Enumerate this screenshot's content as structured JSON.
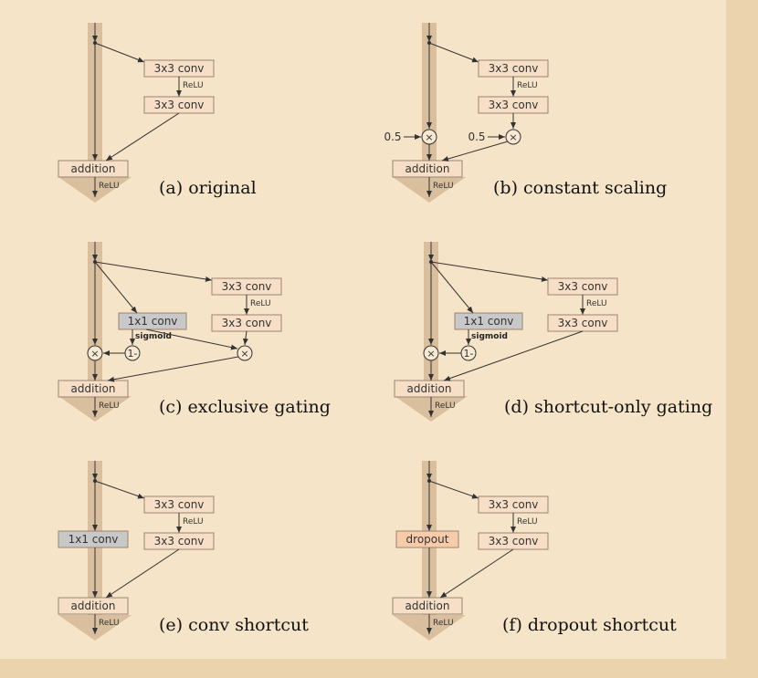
{
  "labels": {
    "conv3": "3x3 conv",
    "conv1": "1x1 conv",
    "relu": "ReLU",
    "addition": "addition",
    "sigmoid": "sigmoid",
    "one_minus": "1-",
    "times": "×",
    "half": "0.5",
    "dropout": "dropout"
  },
  "captions": {
    "a": "(a) original",
    "b": "(b) constant scaling",
    "c": "(c) exclusive gating",
    "d": "(d) shortcut-only gating",
    "e": "(e) conv shortcut",
    "f": "(f) dropout shortcut"
  },
  "colors": {
    "background": "#f5e4c7",
    "shortcut_band": "#d4b896",
    "box_fill": "#f6dfc6",
    "box_stroke": "#9b8470",
    "gate_fill": "#c8c8c8",
    "dropout_fill": "#f8ccaa",
    "line": "#333333"
  }
}
